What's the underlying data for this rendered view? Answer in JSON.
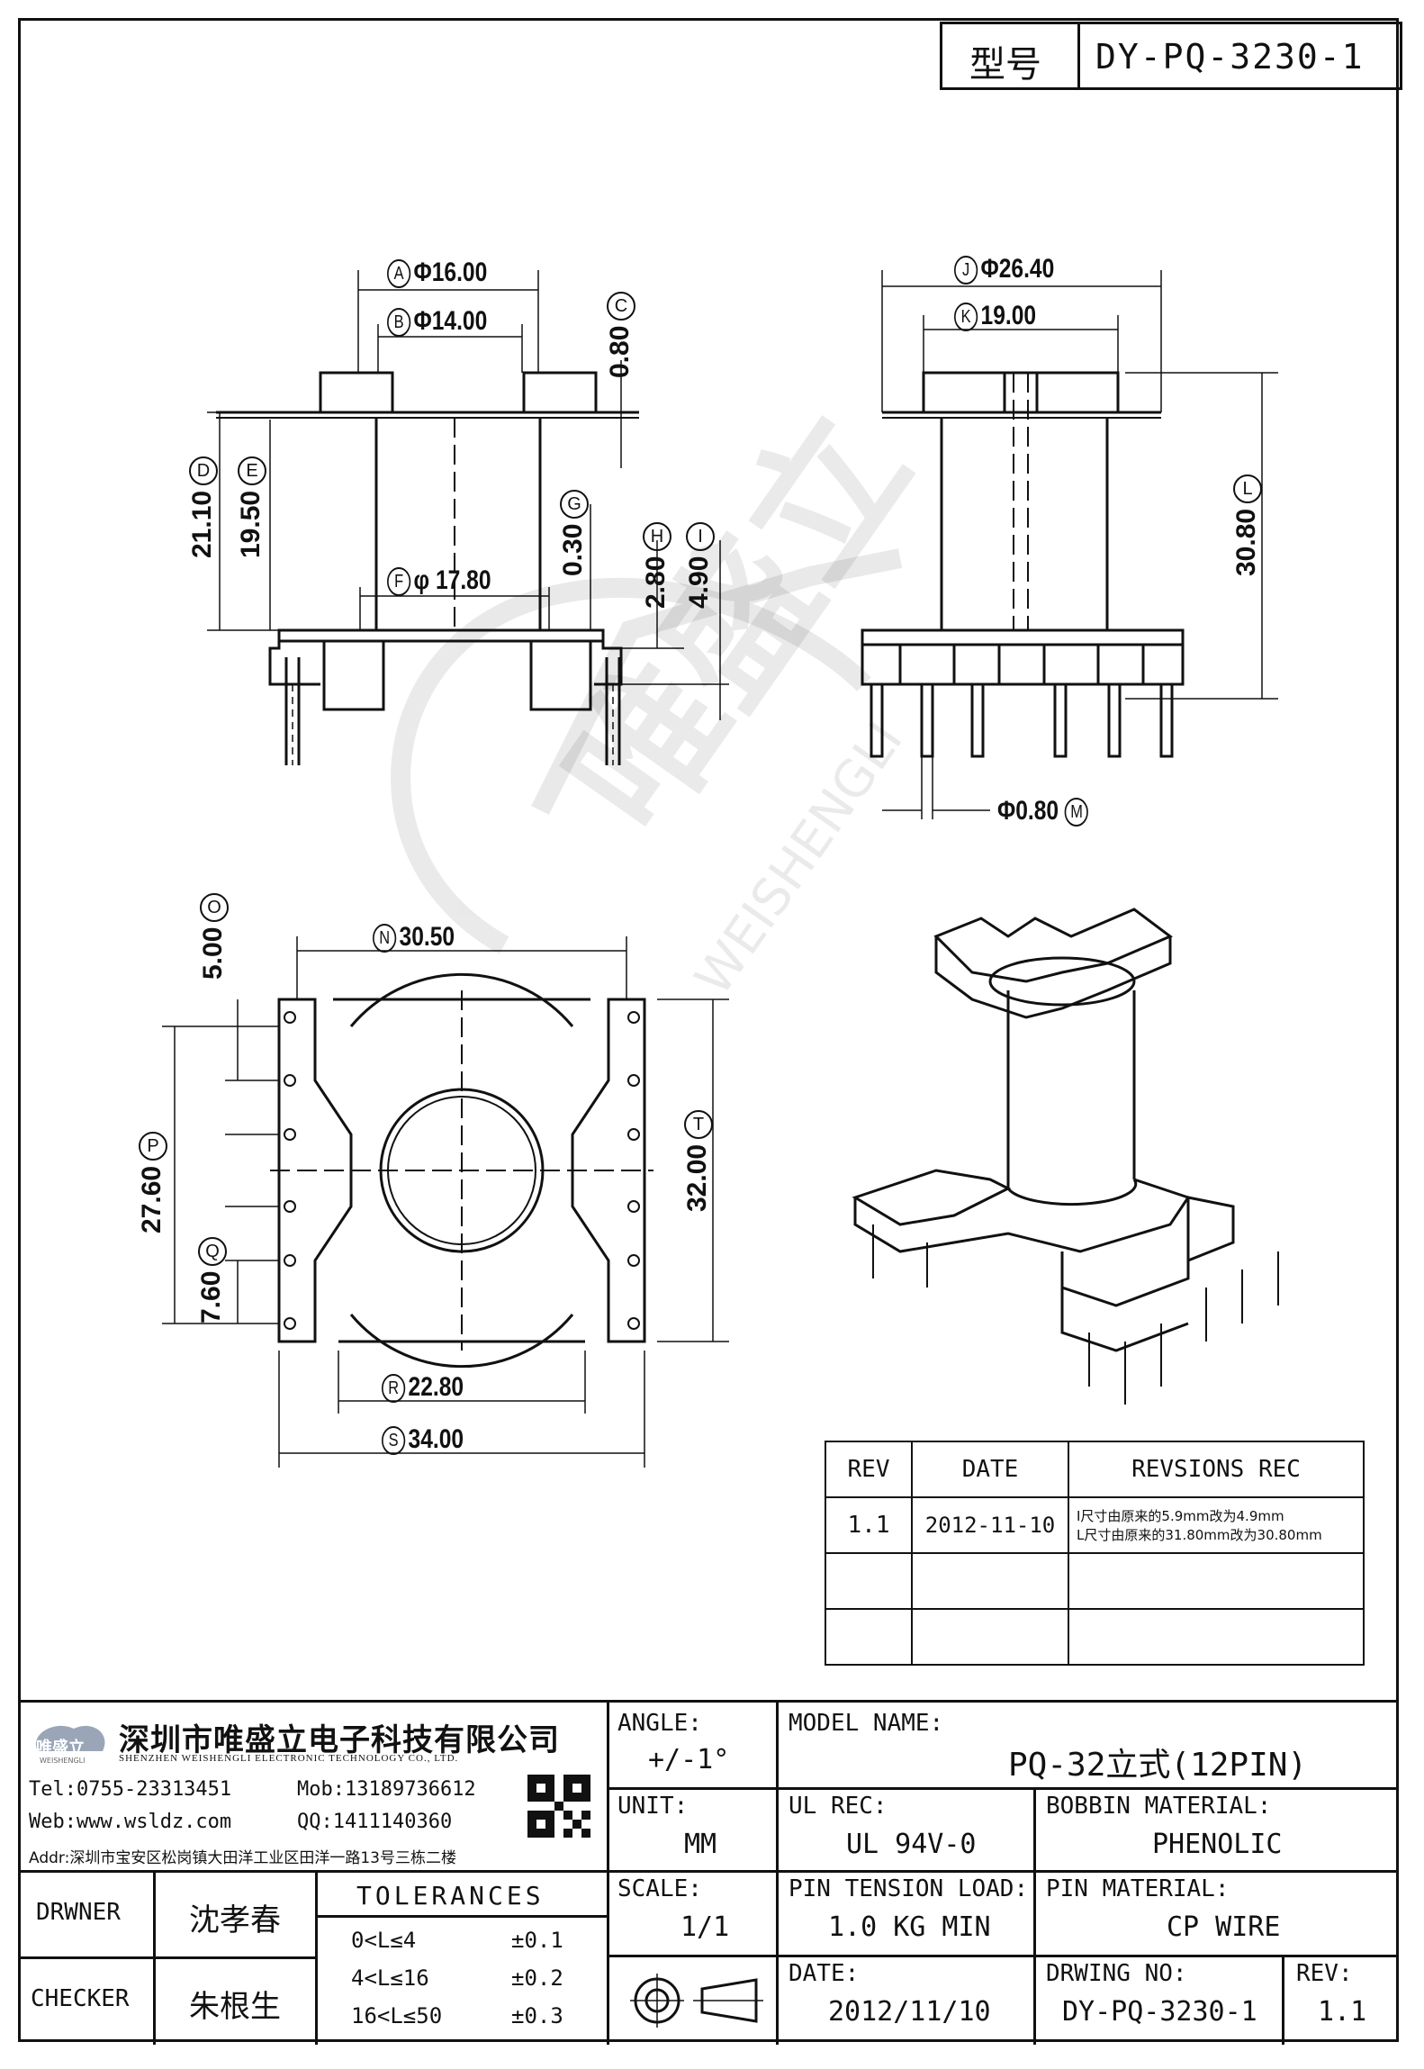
{
  "header": {
    "model_label": "型号",
    "model_value": "DY-PQ-3230-1"
  },
  "dims": {
    "A": {
      "letter": "A",
      "value": "Φ16.00"
    },
    "B": {
      "letter": "B",
      "value": "Φ14.00"
    },
    "C": {
      "letter": "C",
      "value": "0.80"
    },
    "D": {
      "letter": "D",
      "value": "21.10"
    },
    "E": {
      "letter": "E",
      "value": "19.50"
    },
    "F": {
      "letter": "F",
      "value": "φ 17.80"
    },
    "G": {
      "letter": "G",
      "value": "0.30"
    },
    "H": {
      "letter": "H",
      "value": "2.80"
    },
    "I": {
      "letter": "I",
      "value": "4.90"
    },
    "J": {
      "letter": "J",
      "value": "Φ26.40"
    },
    "K": {
      "letter": "K",
      "value": "19.00"
    },
    "L": {
      "letter": "L",
      "value": "30.80"
    },
    "M": {
      "letter": "M",
      "value": "Φ0.80"
    },
    "N": {
      "letter": "N",
      "value": "30.50"
    },
    "O": {
      "letter": "O",
      "value": "5.00"
    },
    "P": {
      "letter": "P",
      "value": "27.60"
    },
    "Q": {
      "letter": "Q",
      "value": "7.60"
    },
    "R": {
      "letter": "R",
      "value": "22.80"
    },
    "S": {
      "letter": "S",
      "value": "34.00"
    },
    "T": {
      "letter": "T",
      "value": "32.00"
    }
  },
  "watermark": {
    "brand": "唯盛立",
    "latin": "WEISHENGLI"
  },
  "revisions": {
    "headers": [
      "REV",
      "DATE",
      "REVSIONS REC"
    ],
    "rows": [
      {
        "rev": "1.1",
        "date": "2012-11-10",
        "rec1": "I尺寸由原来的5.9mm改为4.9mm",
        "rec2": "L尺寸由原来的31.80mm改为30.80mm"
      }
    ]
  },
  "company": {
    "logo_text": "唯盛立",
    "logo_sub": "WEISHENGLI",
    "name_cn": "深圳市唯盛立电子科技有限公司",
    "name_en": "SHENZHEN WEISHENGLI ELECTRONIC TECHNOLOGY CO., LTD.",
    "tel": "Tel:0755-23313451",
    "mob": "Mob:13189736612",
    "web": "Web:www.wsldz.com",
    "qq": "QQ:1411140360",
    "addr": "Addr:深圳市宝安区松岗镇大田洋工业区田洋一路13号三栋二楼"
  },
  "title_block": {
    "drawer_label": "DRWNER",
    "drawer_name": "沈孝春",
    "checker_label": "CHECKER",
    "checker_name": "朱根生",
    "tolerances_label": "TOLERANCES",
    "tolerances": [
      {
        "range": "0<L≤4",
        "tol": "±0.1"
      },
      {
        "range": "4<L≤16",
        "tol": "±0.2"
      },
      {
        "range": "16<L≤50",
        "tol": "±0.3"
      }
    ],
    "angle_label": "ANGLE:",
    "angle_value": "+/-1°",
    "unit_label": "UNIT:",
    "unit_value": "MM",
    "scale_label": "SCALE:",
    "scale_value": "1/1",
    "model_name_label": "MODEL NAME:",
    "model_name_value": "PQ-32立式(12PIN)",
    "ul_label": "UL REC:",
    "ul_value": "UL 94V-0",
    "bobbin_label": "BOBBIN MATERIAL:",
    "bobbin_value": "PHENOLIC",
    "pin_tension_label": "PIN TENSION LOAD:",
    "pin_tension_value": "1.0 KG MIN",
    "pin_material_label": "PIN MATERIAL:",
    "pin_material_value": "CP WIRE",
    "date_label": "DATE:",
    "date_value": "2012/11/10",
    "drawing_no_label": "DRWING NO:",
    "drawing_no_value": "DY-PQ-3230-1",
    "rev_label": "REV:",
    "rev_value": "1.1"
  }
}
